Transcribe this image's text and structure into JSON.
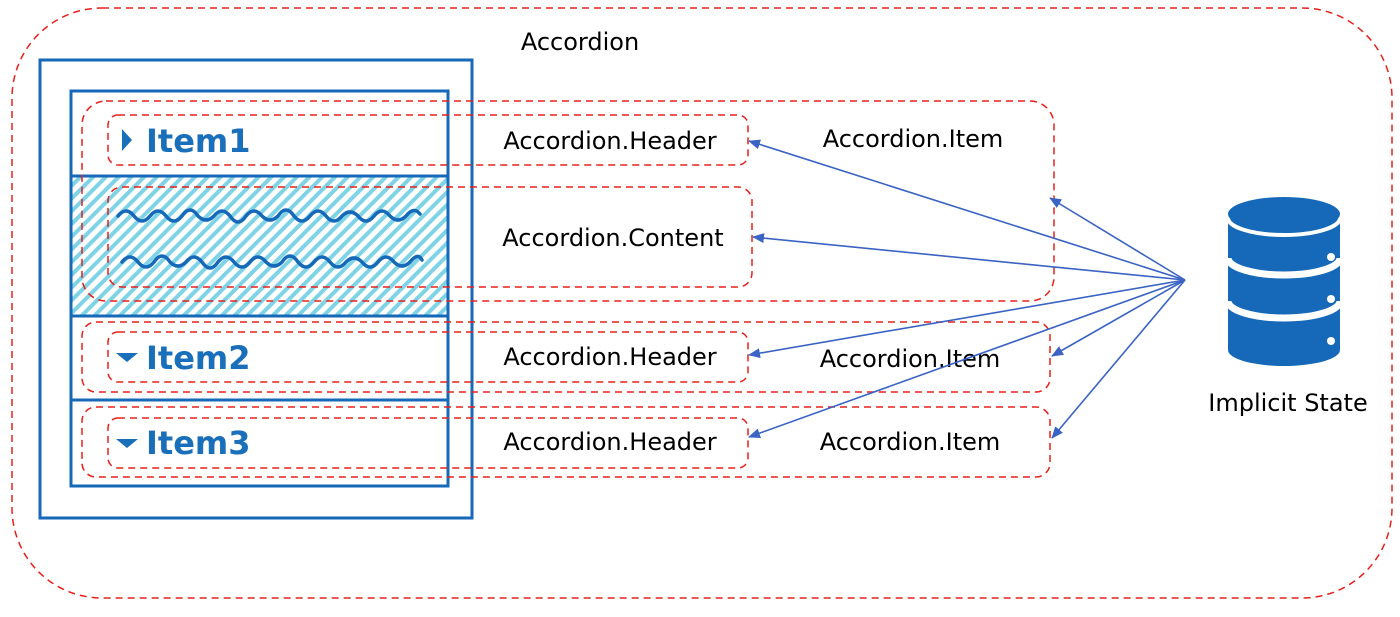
{
  "title": "Accordion",
  "items": [
    {
      "label": "Item1",
      "expanded": true
    },
    {
      "label": "Item2",
      "expanded": false
    },
    {
      "label": "Item3",
      "expanded": false
    }
  ],
  "labels": {
    "header_1": "Accordion.Header",
    "content_1": "Accordion.Content",
    "item_1": "Accordion.Item",
    "header_2": "Accordion.Header",
    "item_2": "Accordion.Item",
    "header_3": "Accordion.Header",
    "item_3": "Accordion.Item"
  },
  "state": {
    "label": "Implicit State",
    "icon": "database-icon"
  },
  "colors": {
    "dashed_border": "#e8201a",
    "accordion_blue": "#1669b8",
    "arrow_blue": "#3a63c4",
    "content_hatch": "#7fd3e6"
  }
}
